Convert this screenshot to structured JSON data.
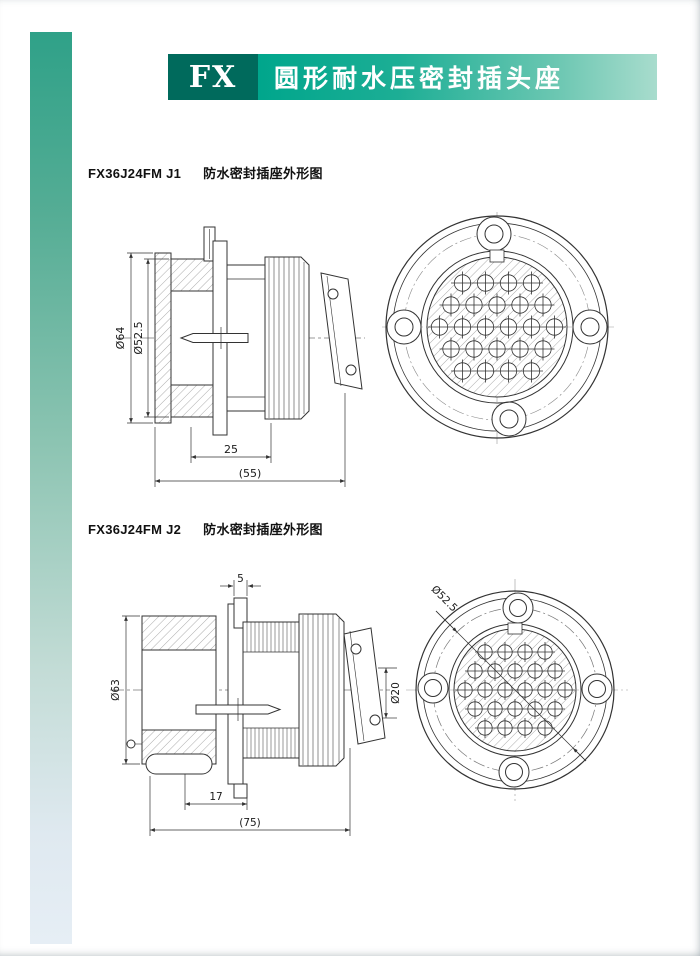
{
  "header": {
    "logo": "FX",
    "title": "圆形耐水压密封插头座"
  },
  "colors": {
    "logo_bg": "#006a5c",
    "bar_gradient_start": "#00a68c",
    "bar_gradient_end": "#a8dccd",
    "strip_gradient_top": "#2fa188",
    "strip_gradient_bottom": "#e6eef5",
    "drawing_line": "#333333"
  },
  "sections": [
    {
      "model": "FX36J24FM J1",
      "caption": "防水密封插座外形图",
      "dims": {
        "outer_dia": "Ø64",
        "inner_dia": "Ø52.5",
        "len_front": "25",
        "len_overall": "(55)"
      }
    },
    {
      "model": "FX36J24FM J2",
      "caption": "防水密封插座外形图",
      "dims": {
        "stub_len": "5",
        "outer_dia": "Ø63",
        "cable_dia": "Ø20",
        "len_front": "17",
        "len_overall": "(75)",
        "bolt_circle_dia": "Ø52.5"
      }
    }
  ]
}
